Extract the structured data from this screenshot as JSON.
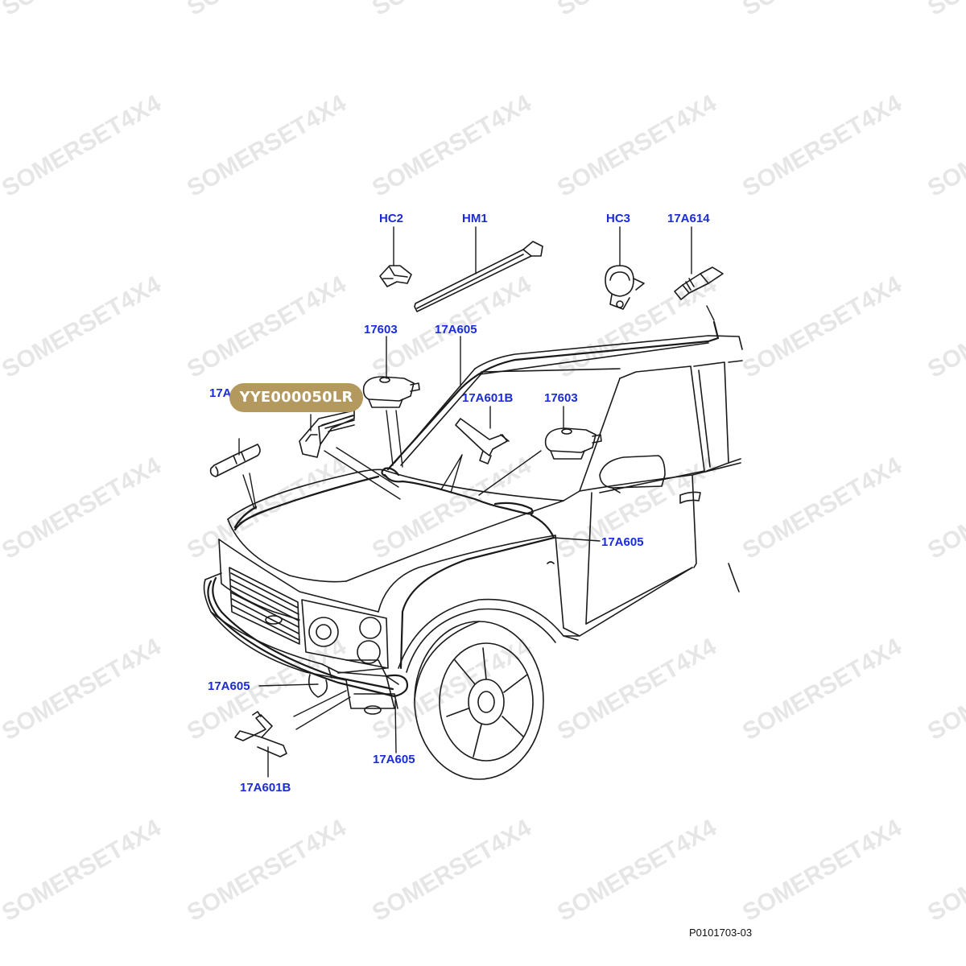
{
  "watermark": {
    "text": "SOMERSET4X4",
    "color": "#e6e6e6"
  },
  "callouts": {
    "hc2": "HC2",
    "hm1": "HM1",
    "hc3": "HC3",
    "p17a614": "17A614",
    "p17603_left": "17603",
    "p17a605_top": "17A605",
    "p17a_partial": "17A",
    "p17a601b_top": "17A601B",
    "p17603_right": "17603",
    "p17a605_right": "17A605",
    "p17a605_left": "17A605",
    "p17a605_bottom": "17A605",
    "p17a601b_bottom": "17A601B"
  },
  "highlight": {
    "part_number": "YYE000050LR",
    "color": "#b3995e"
  },
  "footer": {
    "diagram_code": "P0101703-03"
  },
  "colors": {
    "callout_text": "#1a2bd8",
    "line_art": "#1a1a1a"
  }
}
